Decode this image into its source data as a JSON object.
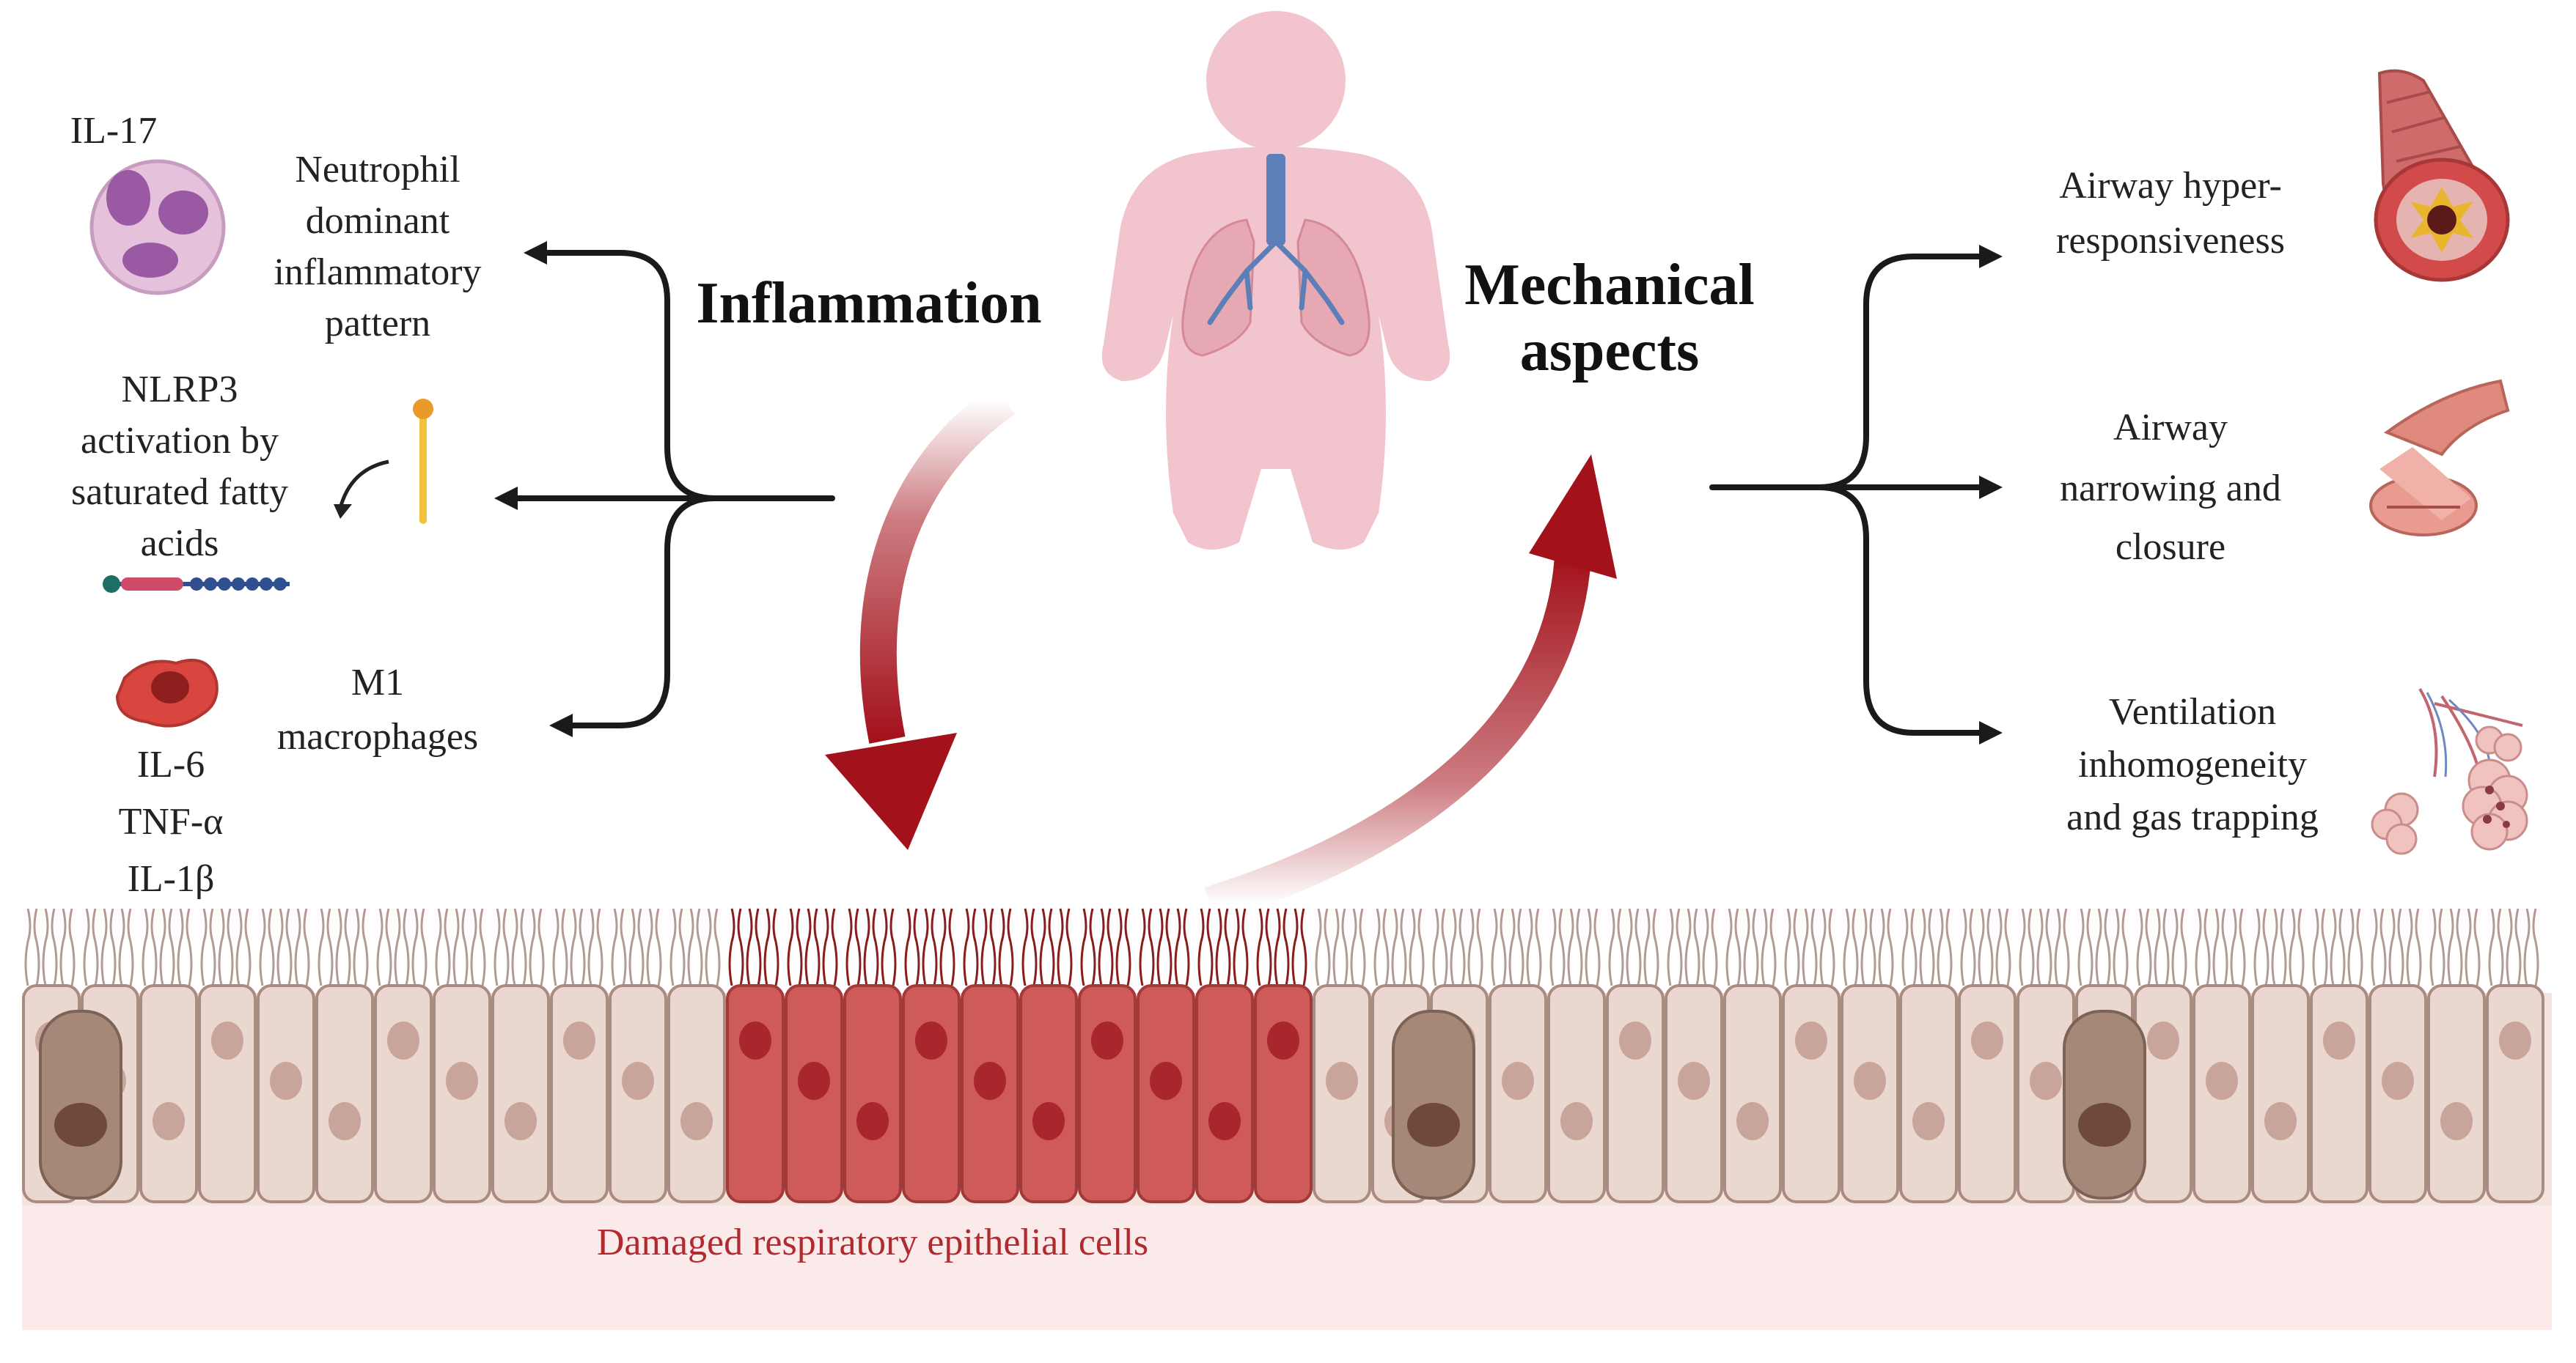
{
  "title_left": "Inflammation",
  "title_right": [
    "Mechanical",
    "aspects"
  ],
  "left_items": [
    {
      "top_label": "IL-17",
      "text": [
        "Neutrophil",
        "dominant",
        "inflammatory",
        "pattern"
      ]
    },
    {
      "text": [
        "NLRP3",
        "activation by",
        "saturated fatty",
        "acids"
      ]
    },
    {
      "text": [
        "M1",
        "macrophages"
      ],
      "cytokines": [
        "IL-6",
        "TNF-α",
        "IL-1β"
      ]
    }
  ],
  "right_items": [
    {
      "text": [
        "Airway hyper-",
        "responsiveness"
      ]
    },
    {
      "text": [
        "Airway",
        "narrowing and",
        "closure"
      ]
    },
    {
      "text": [
        "Ventilation",
        "inhomogeneity",
        "and gas trapping"
      ]
    }
  ],
  "epithelium_label": "Damaged respiratory epithelial cells",
  "colors": {
    "arrow_red": "#a3111b",
    "damaged_cell": "#cf5a5a",
    "healthy_cell": "#ead7cf",
    "body_pink": "#f2c4cd",
    "airway_blue": "#5d7fb8",
    "arrow_black": "#1a1a1a"
  },
  "icons": [
    "neutrophil-icon",
    "fatty-acid-icon",
    "macrophage-icon",
    "human-body-icon",
    "lungs-icon",
    "airway-tube-icon",
    "airway-narrowing-icon",
    "alveoli-icon",
    "epithelium-icon"
  ]
}
